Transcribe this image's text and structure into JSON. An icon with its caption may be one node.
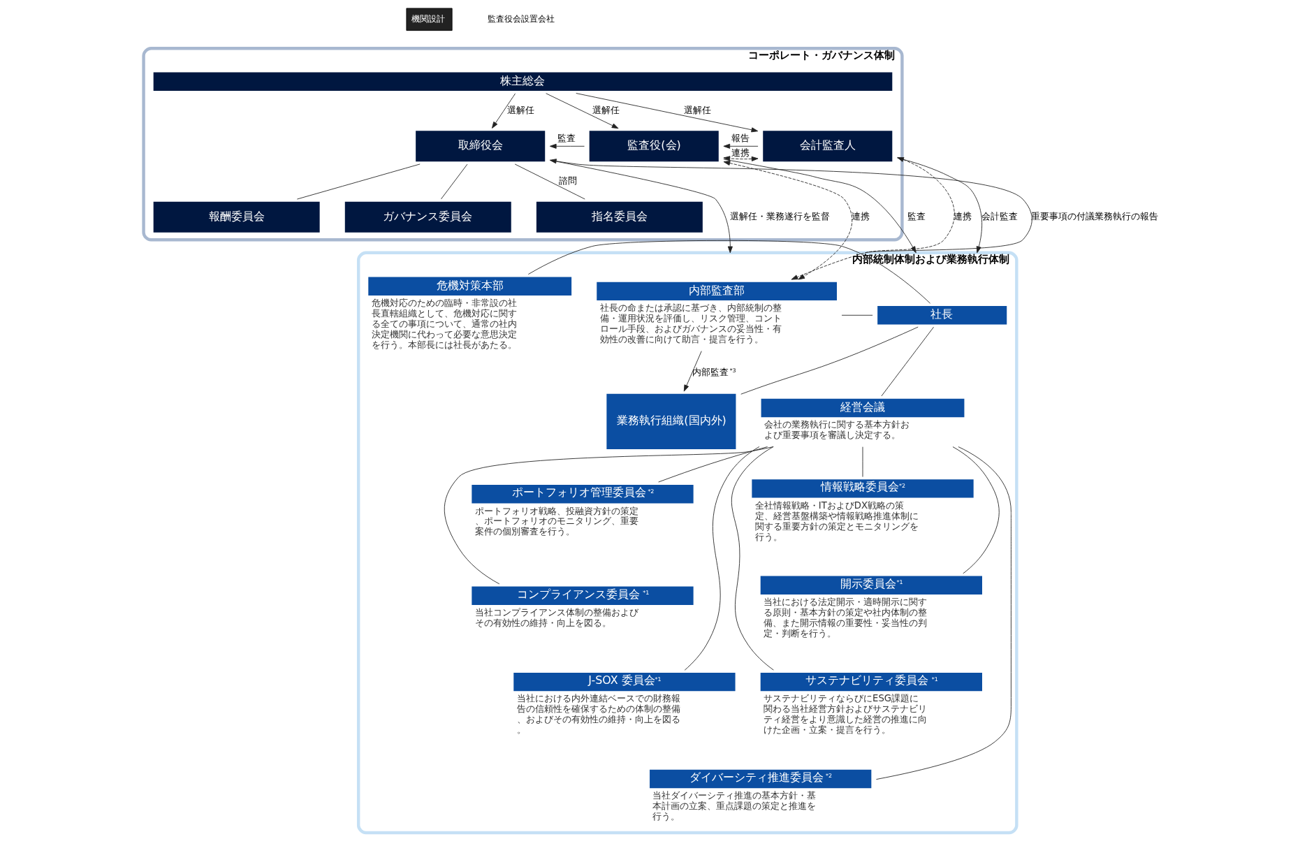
{
  "diagram": {
    "nodes": [
      {
        "text": [
          "コーポレート・ガバナンス体制"
        ]
      },
      {
        "text": [
          "株主総会"
        ],
        "in": 0
      },
      {
        "text": [
          "会計監査人"
        ],
        "in": 0
      },
      {
        "text": [
          "監査役(会)"
        ],
        "in": 0
      },
      {
        "text": [
          "取締役会"
        ],
        "in": 0
      },
      {
        "text": [
          "ガバナンス委員会"
        ],
        "in": 0
      },
      {
        "text": [
          "指名委員会"
        ],
        "in": 0
      },
      {
        "text": [
          "報酬委員会"
        ],
        "in": 0
      },
      {
        "text": [
          "内部統制体制および業務執行体制"
        ]
      },
      {
        "text": [
          "内部監査部",
          "社長の命または承認に基づき、内部統制の整備・運用状況を評価し、リスク管理、コントロール手段、およびガバナンスの妥当性・有効性の改善に向けて助言・提言を行う。"
        ],
        "in": 8
      },
      {
        "text": [
          "社長"
        ],
        "in": 8
      },
      {
        "text": [
          "経営会議",
          "会社の業務執行に関する基本方針および重要事項を審議し決定する。"
        ],
        "in": 8
      },
      {
        "text": [
          "ポートフォリオ管理委員会$^{*2}$",
          "ポートフォリオ戦略、投融資方針の策定、ポートフォリオのモニタリング、重要案件の個別審査を行う。"
        ],
        "in": 8
      },
      {
        "text": [
          "情報戦略委員会$^{*2}$",
          "全社情報戦略・ITおよびDX戦略の策定、経営基盤構築や情報戦略推進体制に関する重要方針の策定とモニタリングを行う。"
        ],
        "in": 8
      },
      {
        "text": [
          "コンプライアンス委員会$^{*1}$",
          "当社コンプライアンス体制の整備およびその有効性の維持・向上を図る。"
        ],
        "in": 8
      },
      {
        "text": [
          "開示委員会$^{*1}$",
          "当社における法定開示・適時開示に関する原則・基本方針の策定や社内体制の整備、また開示情報の重要性・妥当性の判定・判断を行う。"
        ],
        "in": 8
      },
      {
        "text": [
          "J-SOX 委員会$^{*1}$",
          "当社における内外連結ベースでの財務報告の信頼性を確保するための体制の整備、およびその有効性の維持・向上を図る。"
        ],
        "in": 8
      },
      {
        "text": [
          "サステナビリティ委員会$^{*1}$",
          "サステナビリティならびにESG課題に関わる当社経営方針およびサステナビリティ経営をより意識した経営の推進に向けた企画・立案・提言を行う。"
        ],
        "in": 8
      },
      {
        "text": [
          "ダイバーシティ推進委員会$^{*2}$",
          "当社ダイバーシティ推進の基本方針・基本計画の立案、重点課題の策定と推進を行う。"
        ],
        "in": 8
      },
      {
        "text": [
          "危機対策本部",
          "危機対応のための臨時・非常設の社長直轄組織として、危機対応に関する全ての事項について、通常の社内決定機関に代わって必要な意思決定を行う。本部長には社長があたる。"
        ],
        "in": 8
      },
      {
        "text": [
          "業務執行組織(国内外)"
        ],
        "in": 8
      }
    ],
    "edges": [
      {
        "from": 1,
        "to": 2,
        "arrow": "to",
        "label": "選解任"
      },
      {
        "from": 1,
        "to": 3,
        "arrow": "to",
        "label": "選解任"
      },
      {
        "from": 1,
        "to": 4,
        "arrow": "to",
        "label": "選解任"
      },
      {
        "from": 2,
        "to": 3,
        "arrow": "to",
        "label": "報告"
      },
      {
        "from": 2,
        "to": 3,
        "arrow": "both",
        "label": "連携",
        "style": "dashed"
      },
      {
        "from": 3,
        "to": 4,
        "arrow": "to",
        "label": "監査"
      },
      {
        "from": 4,
        "to": 5,
        "arrow": "none"
      },
      {
        "from": 4,
        "to": 6,
        "arrow": "none",
        "label": "諮問"
      },
      {
        "from": 4,
        "to": 7,
        "arrow": "none"
      },
      {
        "from": 2,
        "to": 8,
        "arrow": "to",
        "label": "会計監査"
      },
      {
        "from": 2,
        "to": 9,
        "arrow": "both",
        "label": "連携",
        "style": "dashed"
      },
      {
        "from": 3,
        "to": 9,
        "arrow": "both",
        "label": "連携",
        "style": "dashed"
      },
      {
        "from": 3,
        "to": 8,
        "arrow": "to",
        "label": "監査"
      },
      {
        "from": 4,
        "to": 8,
        "arrow": "to",
        "label": "選解任・業務遂行を監督"
      },
      {
        "from": 8,
        "to": 4,
        "arrow": "to",
        "label": "重要事項の付議業務執行の報告"
      },
      {
        "from": 9,
        "to": 10,
        "arrow": "none"
      },
      {
        "from": 10,
        "to": 11,
        "arrow": "none"
      },
      {
        "from": 10,
        "to": 19,
        "arrow": "none"
      },
      {
        "from": 10,
        "to": 20,
        "arrow": "none"
      },
      {
        "from": 11,
        "to": 12,
        "arrow": "none"
      },
      {
        "from": 11,
        "to": 13,
        "arrow": "none"
      },
      {
        "from": 11,
        "to": 14,
        "arrow": "none"
      },
      {
        "from": 11,
        "to": 15,
        "arrow": "none"
      },
      {
        "from": 11,
        "to": 16,
        "arrow": "none"
      },
      {
        "from": 11,
        "to": 17,
        "arrow": "none"
      },
      {
        "from": 11,
        "to": 18,
        "arrow": "none"
      },
      {
        "from": 9,
        "to": 20,
        "arrow": "to",
        "label": "内部監査$^{*3}$"
      }
    ],
    "labels": [
      "機関設計",
      "監査役会設置会社"
    ]
  }
}
